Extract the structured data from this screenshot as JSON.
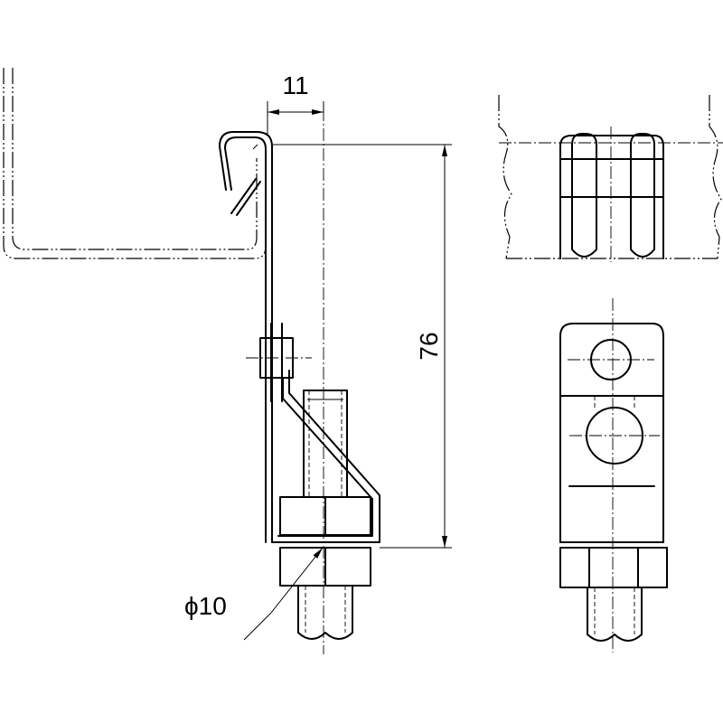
{
  "dimensions": {
    "width_label": "11",
    "height_label": "76",
    "rod_diameter_label": "ϕ10"
  },
  "colors": {
    "line": "#000000",
    "background": "#ffffff"
  }
}
